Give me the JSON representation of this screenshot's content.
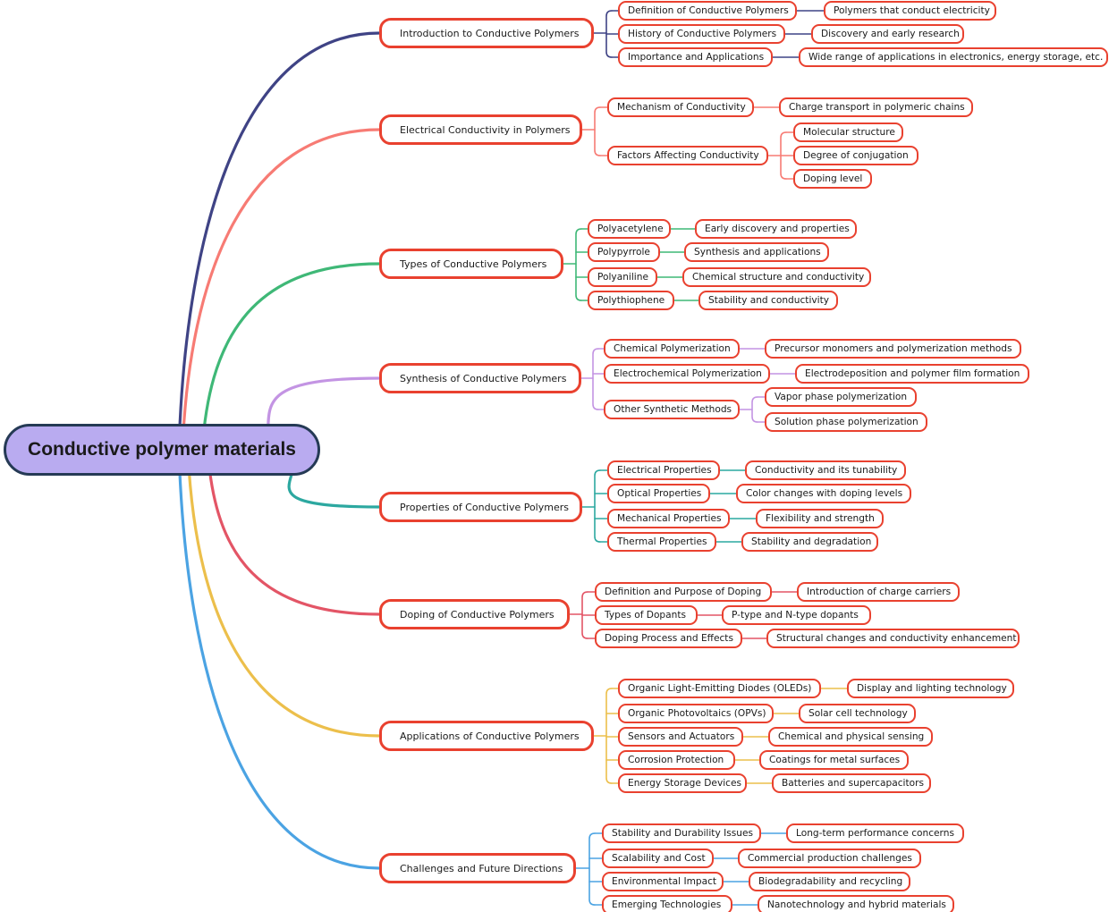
{
  "central": {
    "label": "Conductive polymer materials"
  },
  "branches": [
    {
      "label": "Introduction to Conductive Polymers",
      "color": "#3f4385",
      "children": [
        {
          "label": "Definition of Conductive Polymers",
          "children": [
            {
              "label": "Polymers that conduct electricity"
            }
          ]
        },
        {
          "label": "History of Conductive Polymers",
          "children": [
            {
              "label": "Discovery and early research"
            }
          ]
        },
        {
          "label": "Importance and Applications",
          "children": [
            {
              "label": "Wide range of applications in electronics, energy storage, etc."
            }
          ]
        }
      ]
    },
    {
      "label": "Electrical Conductivity in Polymers",
      "color": "#f77b74",
      "children": [
        {
          "label": "Mechanism of Conductivity",
          "children": [
            {
              "label": "Charge transport in polymeric chains"
            }
          ]
        },
        {
          "label": "Factors Affecting Conductivity",
          "children": [
            {
              "label": "Molecular structure"
            },
            {
              "label": "Degree of conjugation"
            },
            {
              "label": "Doping level"
            }
          ]
        }
      ]
    },
    {
      "label": "Types of Conductive Polymers",
      "color": "#3fb877",
      "children": [
        {
          "label": "Polyacetylene",
          "children": [
            {
              "label": "Early discovery and properties"
            }
          ]
        },
        {
          "label": "Polypyrrole",
          "children": [
            {
              "label": "Synthesis and applications"
            }
          ]
        },
        {
          "label": "Polyaniline",
          "children": [
            {
              "label": "Chemical structure and conductivity"
            }
          ]
        },
        {
          "label": "Polythiophene",
          "children": [
            {
              "label": "Stability and conductivity"
            }
          ]
        }
      ]
    },
    {
      "label": "Synthesis of Conductive Polymers",
      "color": "#c394e3",
      "children": [
        {
          "label": "Chemical Polymerization",
          "children": [
            {
              "label": "Precursor monomers and polymerization methods"
            }
          ]
        },
        {
          "label": "Electrochemical Polymerization",
          "children": [
            {
              "label": "Electrodeposition and polymer film formation"
            }
          ]
        },
        {
          "label": "Other Synthetic Methods",
          "children": [
            {
              "label": "Vapor phase polymerization"
            },
            {
              "label": "Solution phase polymerization"
            }
          ]
        }
      ]
    },
    {
      "label": "Properties of Conductive Polymers",
      "color": "#2ca8a0",
      "children": [
        {
          "label": "Electrical Properties",
          "children": [
            {
              "label": "Conductivity and its tunability"
            }
          ]
        },
        {
          "label": "Optical Properties",
          "children": [
            {
              "label": "Color changes with doping levels"
            }
          ]
        },
        {
          "label": "Mechanical Properties",
          "children": [
            {
              "label": "Flexibility and strength"
            }
          ]
        },
        {
          "label": "Thermal Properties",
          "children": [
            {
              "label": "Stability and degradation"
            }
          ]
        }
      ]
    },
    {
      "label": "Doping of Conductive Polymers",
      "color": "#e35566",
      "children": [
        {
          "label": "Definition and Purpose of Doping",
          "children": [
            {
              "label": "Introduction of charge carriers"
            }
          ]
        },
        {
          "label": "Types of Dopants",
          "children": [
            {
              "label": "P-type and N-type dopants"
            }
          ]
        },
        {
          "label": "Doping Process and Effects",
          "children": [
            {
              "label": "Structural changes and conductivity enhancement"
            }
          ]
        }
      ]
    },
    {
      "label": "Applications of Conductive Polymers",
      "color": "#ecbf4b",
      "children": [
        {
          "label": "Organic Light-Emitting Diodes (OLEDs)",
          "children": [
            {
              "label": "Display and lighting technology"
            }
          ]
        },
        {
          "label": "Organic Photovoltaics (OPVs)",
          "children": [
            {
              "label": "Solar cell technology"
            }
          ]
        },
        {
          "label": "Sensors and Actuators",
          "children": [
            {
              "label": "Chemical and physical sensing"
            }
          ]
        },
        {
          "label": "Corrosion Protection",
          "children": [
            {
              "label": "Coatings for metal surfaces"
            }
          ]
        },
        {
          "label": "Energy Storage Devices",
          "children": [
            {
              "label": "Batteries and supercapacitors"
            }
          ]
        }
      ]
    },
    {
      "label": "Challenges and Future Directions",
      "color": "#4ba3e3",
      "children": [
        {
          "label": "Stability and Durability Issues",
          "children": [
            {
              "label": "Long-term performance concerns"
            }
          ]
        },
        {
          "label": "Scalability and Cost",
          "children": [
            {
              "label": "Commercial production challenges"
            }
          ]
        },
        {
          "label": "Environmental Impact",
          "children": [
            {
              "label": "Biodegradability and recycling"
            }
          ]
        },
        {
          "label": "Emerging Technologies",
          "children": [
            {
              "label": "Nanotechnology and hybrid materials"
            }
          ]
        }
      ]
    }
  ]
}
